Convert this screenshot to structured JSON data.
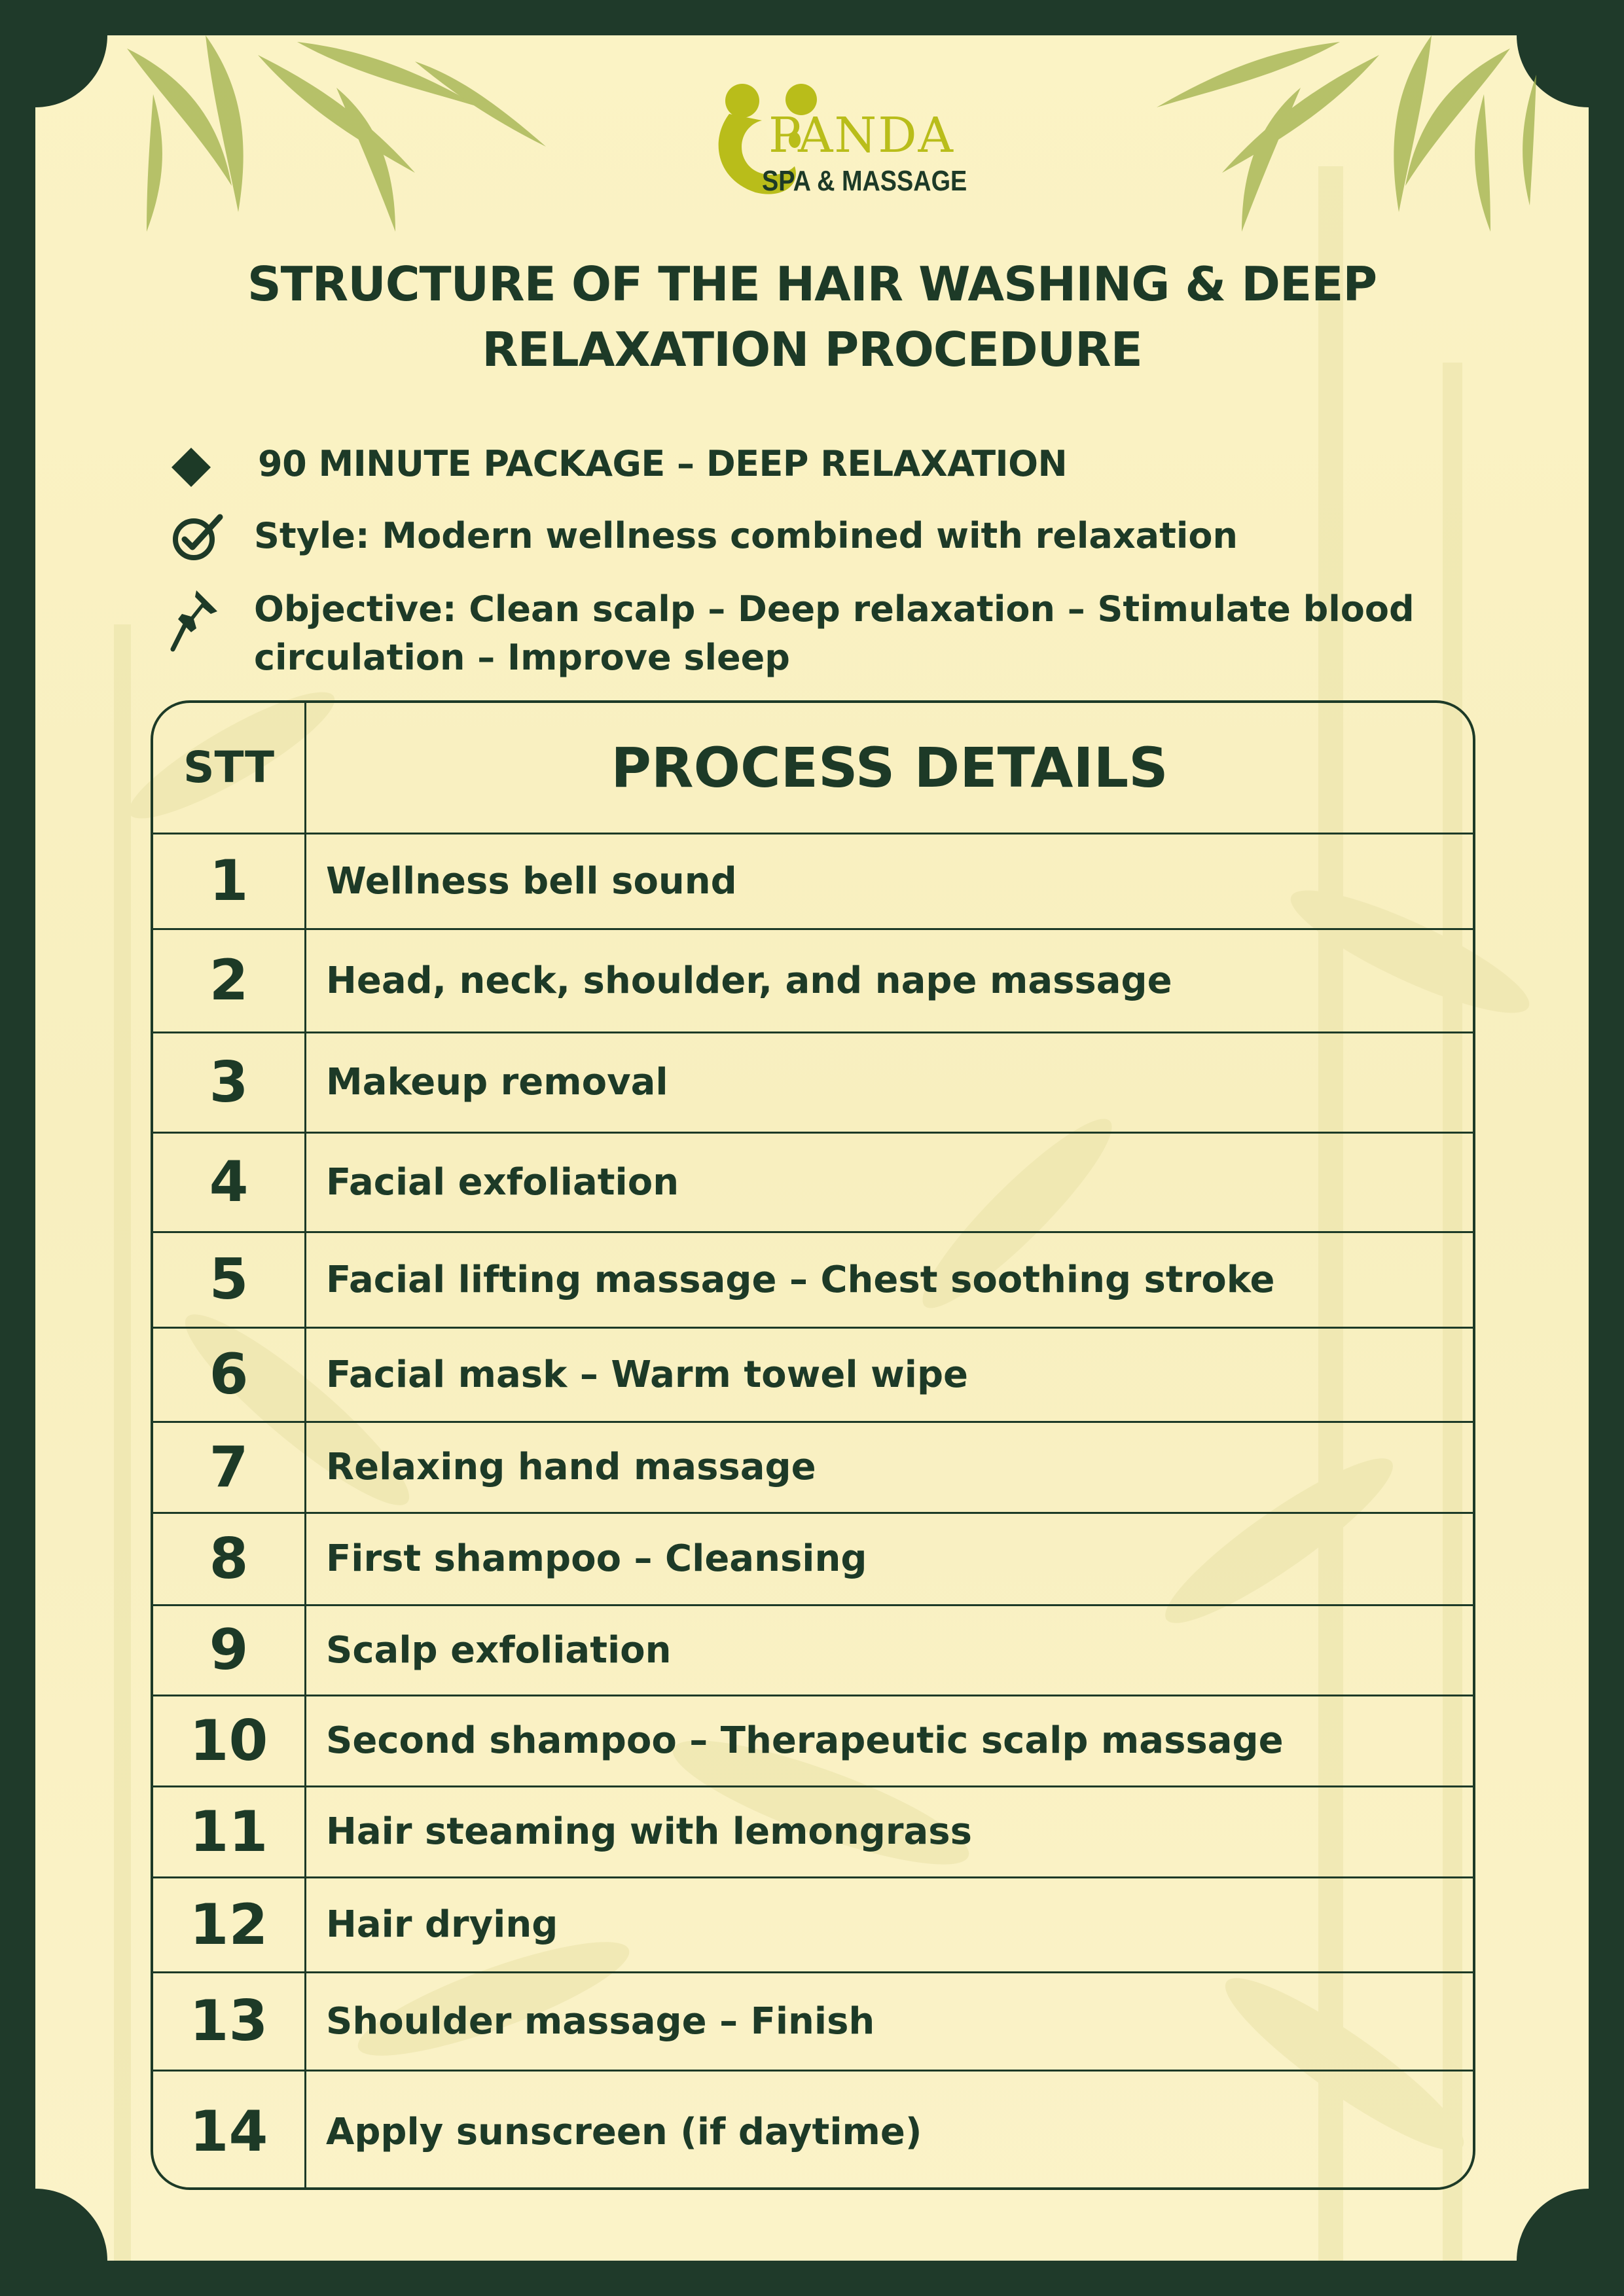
{
  "brand": {
    "name": "PANDA",
    "tagline": "SPA & MASSAGE"
  },
  "title": "STRUCTURE OF THE HAIR WASHING & DEEP RELAXATION PROCEDURE",
  "bullets": [
    {
      "icon": "diamond-icon",
      "text": "90 MINUTE PACKAGE – DEEP RELAXATION"
    },
    {
      "icon": "check-circle-icon",
      "text": "Style: Modern wellness combined with relaxation"
    },
    {
      "icon": "pushpin-icon",
      "text": "Objective: Clean scalp – Deep relaxation – Stimulate blood circulation – Improve sleep"
    }
  ],
  "table": {
    "headers": [
      "STT",
      "PROCESS DETAILS"
    ],
    "rows": [
      {
        "no": "1",
        "detail": "Wellness bell sound"
      },
      {
        "no": "2",
        "detail": "Head, neck, shoulder, and nape massage"
      },
      {
        "no": "3",
        "detail": "Makeup removal"
      },
      {
        "no": "4",
        "detail": "Facial exfoliation"
      },
      {
        "no": "5",
        "detail": "Facial lifting massage – Chest soothing stroke"
      },
      {
        "no": "6",
        "detail": "Facial mask – Warm towel wipe"
      },
      {
        "no": "7",
        "detail": "Relaxing hand massage"
      },
      {
        "no": "8",
        "detail": "First shampoo – Cleansing"
      },
      {
        "no": "9",
        "detail": "Scalp exfoliation"
      },
      {
        "no": "10",
        "detail": "Second shampoo – Therapeutic scalp massage"
      },
      {
        "no": "11",
        "detail": "Hair steaming with lemongrass"
      },
      {
        "no": "12",
        "detail": "Hair drying"
      },
      {
        "no": "13",
        "detail": "Shoulder massage – Finish"
      },
      {
        "no": "14",
        "detail": "Apply sunscreen (if daytime)"
      }
    ]
  },
  "colors": {
    "frame": "#1f3a2a",
    "paper": "#fbf3c5",
    "text": "#1d3a27",
    "accent": "#b9bd1a",
    "leaf": "#9fb04a"
  }
}
